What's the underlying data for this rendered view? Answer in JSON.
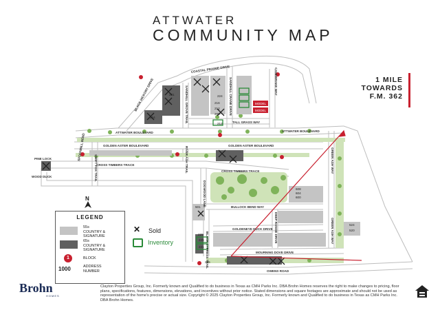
{
  "header": {
    "title_small": "ATTWATER",
    "title_big": "COMMUNITY MAP"
  },
  "direction_note": {
    "lines": [
      "1 MILE",
      "TOWARDS",
      "F.M. 362"
    ],
    "accent_color": "#c8202f"
  },
  "streets": {
    "coastal_prairie": "COASTAL PRAIRIE DRIVE",
    "canebrake": "CANEBRAKE WAY",
    "black_hickory": "BLACK HICKORY DRIVE",
    "sandhill_crane": "SANDHILL CRANE DRIVE",
    "sandhill_grove": "SANDHILL GROVE TRAIL",
    "tall_grass": "TALL GRASS WAY",
    "attwater_left": "ATTWATER BOULEVARD",
    "attwater_right": "ATTWATER BOULEVARD",
    "golden_aster_left": "GOLDEN ASTER BOULEVARD",
    "golden_aster_right": "GOLDEN ASTER BOULEVARD",
    "spoonbill": "SPOONBILL BEND",
    "swift_fox": "SWIFT FOX TRAIL",
    "river_ash": "RIVER ASH TRAIL",
    "cross_timbers_left": "CROSS TIMBERS TRACE",
    "cross_timbers_right": "CROSS TIMBERS TRACE",
    "green_ash": "GREEN ASH WAY",
    "pine_lock": "PINE LOCK",
    "wood_duck": "WOOD DUCK",
    "dogwood": "DOGWOOD LANE",
    "bullock_bend": "BULLOCK BEND WAY",
    "goldeneye": "GOLDENEYE DUCK DRIVE",
    "deep_range": "DEEP RANGE DRIVE",
    "green_ash_2": "GREEN ASH WAY",
    "black_cypress": "BLACK CYPRESS TRAIL",
    "mourning_dove": "MOURNING DOVE DRIVE",
    "owens": "OWENS ROAD"
  },
  "lot_numbers": {
    "n231": "231",
    "n224": "224",
    "n216": "216",
    "n212": "212",
    "n208": "208",
    "n104": "104",
    "n501": "501",
    "n608": "608",
    "n604": "604",
    "n600": "600",
    "n524": "524",
    "n520": "520",
    "n229": "229",
    "n225": "225",
    "n221": "221",
    "n205": "205",
    "n212b": "212"
  },
  "model_labels": [
    "MODEL",
    "MODEL"
  ],
  "legend": {
    "title": "LEGEND",
    "row1": [
      "55s",
      "COUNTRY &",
      "SIGNATURE"
    ],
    "row2": [
      "65s",
      "COUNTRY &",
      "SIGNATURE"
    ],
    "block_num": "1",
    "block_label": "BLOCK",
    "addr_num": "1000",
    "addr_label": [
      "ADDRESS",
      "NUMBER"
    ]
  },
  "key": {
    "sold": "Sold",
    "inventory": "Inventory"
  },
  "north_label": "N",
  "brand": {
    "name": "Brohn",
    "sub": "HOMES"
  },
  "disclaimer": "Clayton Properties Group, Inc. Formerly known and Qualified to do business in Texas as CMH Parks Inc. DBA Brohn Homes reserves the right to make changes to pricing, floor plans, specifications, features, dimensions, elevations, and incentives without prior notice. Stated dimensions and square footages are approximate and should not be used as representation of the home's precise or actual size. Copyright © 2025 Clayton Properties Group, Inc. Formerly known and Qualified to do business in Texas as CMH Parks Inc. DBA Brohn Homes.",
  "colors": {
    "park": "#cfe3b8",
    "tree": "#7fb35a",
    "road_edge": "#b8b8b8",
    "lot_light": "#c4c4c4",
    "lot_dark": "#606060",
    "inventory": "#2a8a38",
    "sold_x": "#222222",
    "block_red": "#c8202f"
  }
}
